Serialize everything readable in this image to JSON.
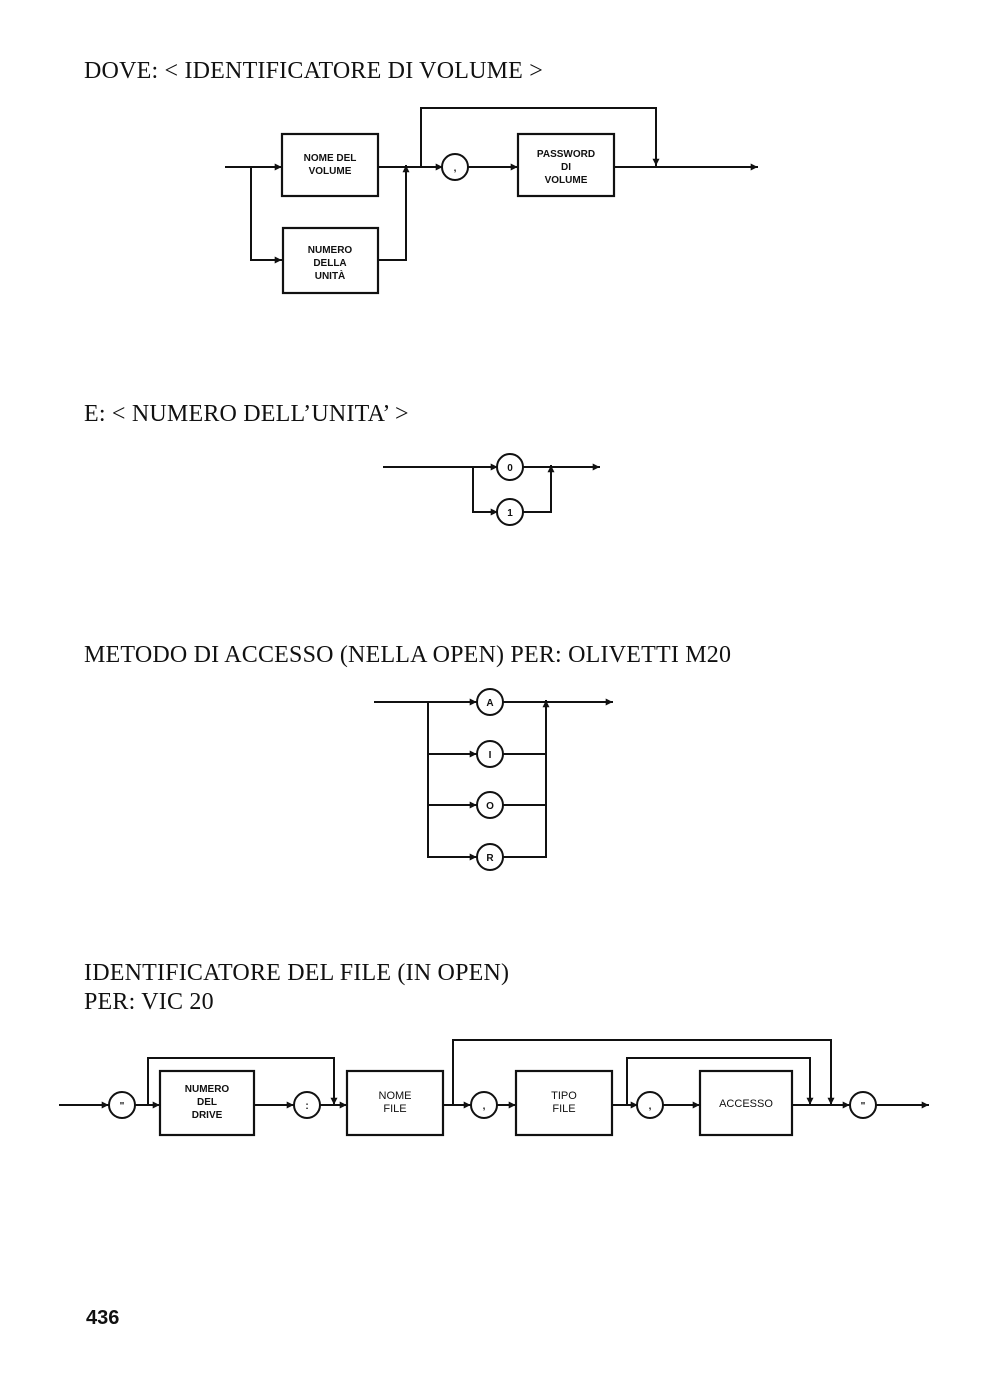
{
  "section1": {
    "heading": "DOVE: < IDENTIFICATORE DI VOLUME >",
    "box_nome": [
      "NOME DEL",
      "VOLUME"
    ],
    "box_numero": [
      "NUMERO",
      "DELLA",
      "UNITÀ"
    ],
    "sep": ",",
    "box_password": [
      "PASSWORD",
      "DI",
      "VOLUME"
    ]
  },
  "section2": {
    "heading": "E: < NUMERO DELL’UNITA’ >",
    "options": [
      "0",
      "1"
    ]
  },
  "section3": {
    "heading": "METODO DI ACCESSO (NELLA OPEN) PER: OLIVETTI M20",
    "options": [
      "A",
      "I",
      "O",
      "R"
    ]
  },
  "section4": {
    "heading_line1": "IDENTIFICATORE DEL FILE (IN OPEN)",
    "heading_line2": "PER: VIC 20",
    "quote_open": "\"",
    "box_drive": [
      "NUMERO",
      "DEL",
      "DRIVE"
    ],
    "colon": ":",
    "box_nome_file": [
      "NOME",
      "FILE"
    ],
    "comma1": ",",
    "box_tipo_file": [
      "TIPO",
      "FILE"
    ],
    "comma2": ",",
    "box_accesso": [
      "ACCESSO"
    ],
    "quote_close": "\""
  },
  "page_number": "436"
}
